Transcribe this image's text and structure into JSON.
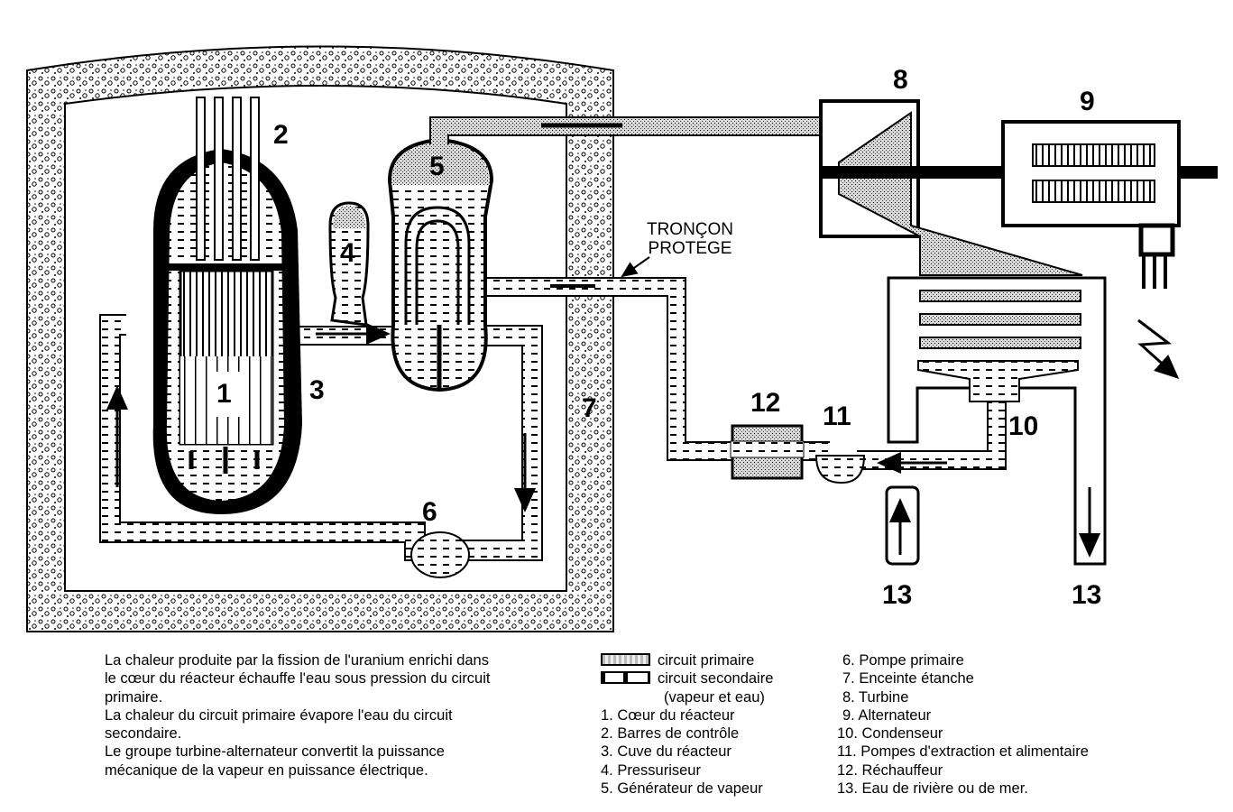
{
  "labels": {
    "n1": "1",
    "n2": "2",
    "n3": "3",
    "n4": "4",
    "n5": "5",
    "n6": "6",
    "n7": "7",
    "n8": "8",
    "n9": "9",
    "n10": "10",
    "n11": "11",
    "n12": "12",
    "n13a": "13",
    "n13b": "13"
  },
  "annotation": {
    "line1": "TRONÇON",
    "line2": "PROTEGE"
  },
  "caption": [
    "La chaleur produite par la fission de l'uranium enrichi dans le cœur du réacteur échauffe l'eau sous pression du circuit primaire.",
    "La chaleur du circuit primaire évapore l'eau du circuit secondaire.",
    "Le groupe turbine-alternateur convertit la puissance mécanique de la vapeur en puissance électrique."
  ],
  "legend": {
    "primary": "circuit primaire",
    "secondary": "circuit secondaire",
    "secondary_note": "(vapeur et eau)",
    "items": [
      "1. Cœur du réacteur",
      "2. Barres de contrôle",
      "3. Cuve du réacteur",
      "4. Pressuriseur",
      "5. Générateur de vapeur",
      "6. Pompe primaire",
      "7. Enceinte étanche",
      "8. Turbine",
      "9. Alternateur",
      "10. Condenseur",
      "11. Pompes d'extraction et alimentaire",
      "12. Réchauffeur",
      "13. Eau de rivière ou de mer."
    ]
  }
}
